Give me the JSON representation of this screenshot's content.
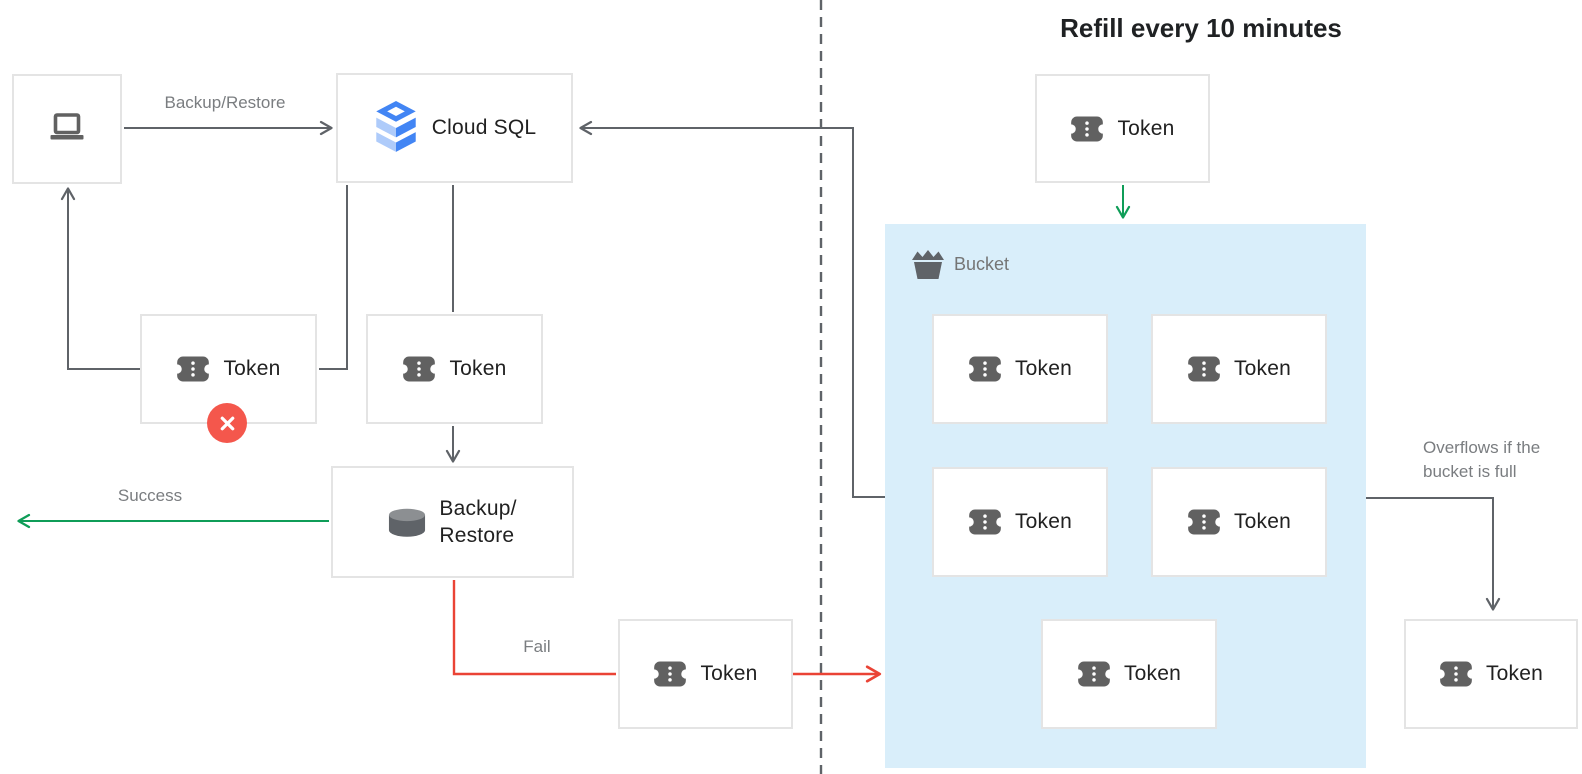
{
  "title": "Refill every 10 minutes",
  "nodes": {
    "cloud_sql": {
      "label": "Cloud SQL"
    },
    "backup_restore": {
      "line1": "Backup/",
      "line2": "Restore"
    },
    "client": {
      "icon": "laptop-icon"
    }
  },
  "left_tokens": {
    "rejected": "Token",
    "request": "Token",
    "fail": "Token"
  },
  "edges": {
    "backup_restore_label": "Backup/Restore",
    "success_label": "Success",
    "fail_label": "Fail"
  },
  "refill_token": "Token",
  "bucket": {
    "label": "Bucket",
    "tokens": [
      "Token",
      "Token",
      "Token",
      "Token",
      "Token"
    ]
  },
  "overflow": {
    "note_line1": "Overflows if the",
    "note_line2": "bucket is full",
    "token": "Token"
  },
  "badges": {
    "error_icon": "x-icon"
  },
  "colors": {
    "accent_blue": "#4285f4",
    "light_blue": "#aecbfa",
    "green": "#0f9d58",
    "red": "#ea4335",
    "badge_red": "#f4574c",
    "bucket_bg": "#d9eefa",
    "line_gray": "#5f6368",
    "label_gray": "#7a7d80",
    "border_gray": "#e4e4e4",
    "icon_gray": "#616161",
    "text_dark": "#212121"
  }
}
